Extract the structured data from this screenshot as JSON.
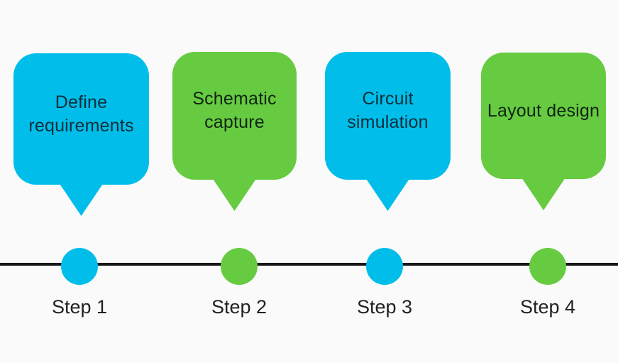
{
  "diagram": {
    "background": "#fafafa",
    "line_color": "#161616",
    "label_color": "#212121"
  },
  "steps": [
    {
      "label": "Step 1",
      "title": "Define requirements",
      "color": "#00bee9",
      "text_color": "#0e2e3b"
    },
    {
      "label": "Step 2",
      "title": "Schematic capture",
      "color": "#66cb41",
      "text_color": "#0f2410"
    },
    {
      "label": "Step 3",
      "title": "Circuit simulation",
      "color": "#00bee9",
      "text_color": "#0e2e3b"
    },
    {
      "label": "Step 4",
      "title": "Layout design",
      "color": "#66cb41",
      "text_color": "#0f2410"
    }
  ]
}
